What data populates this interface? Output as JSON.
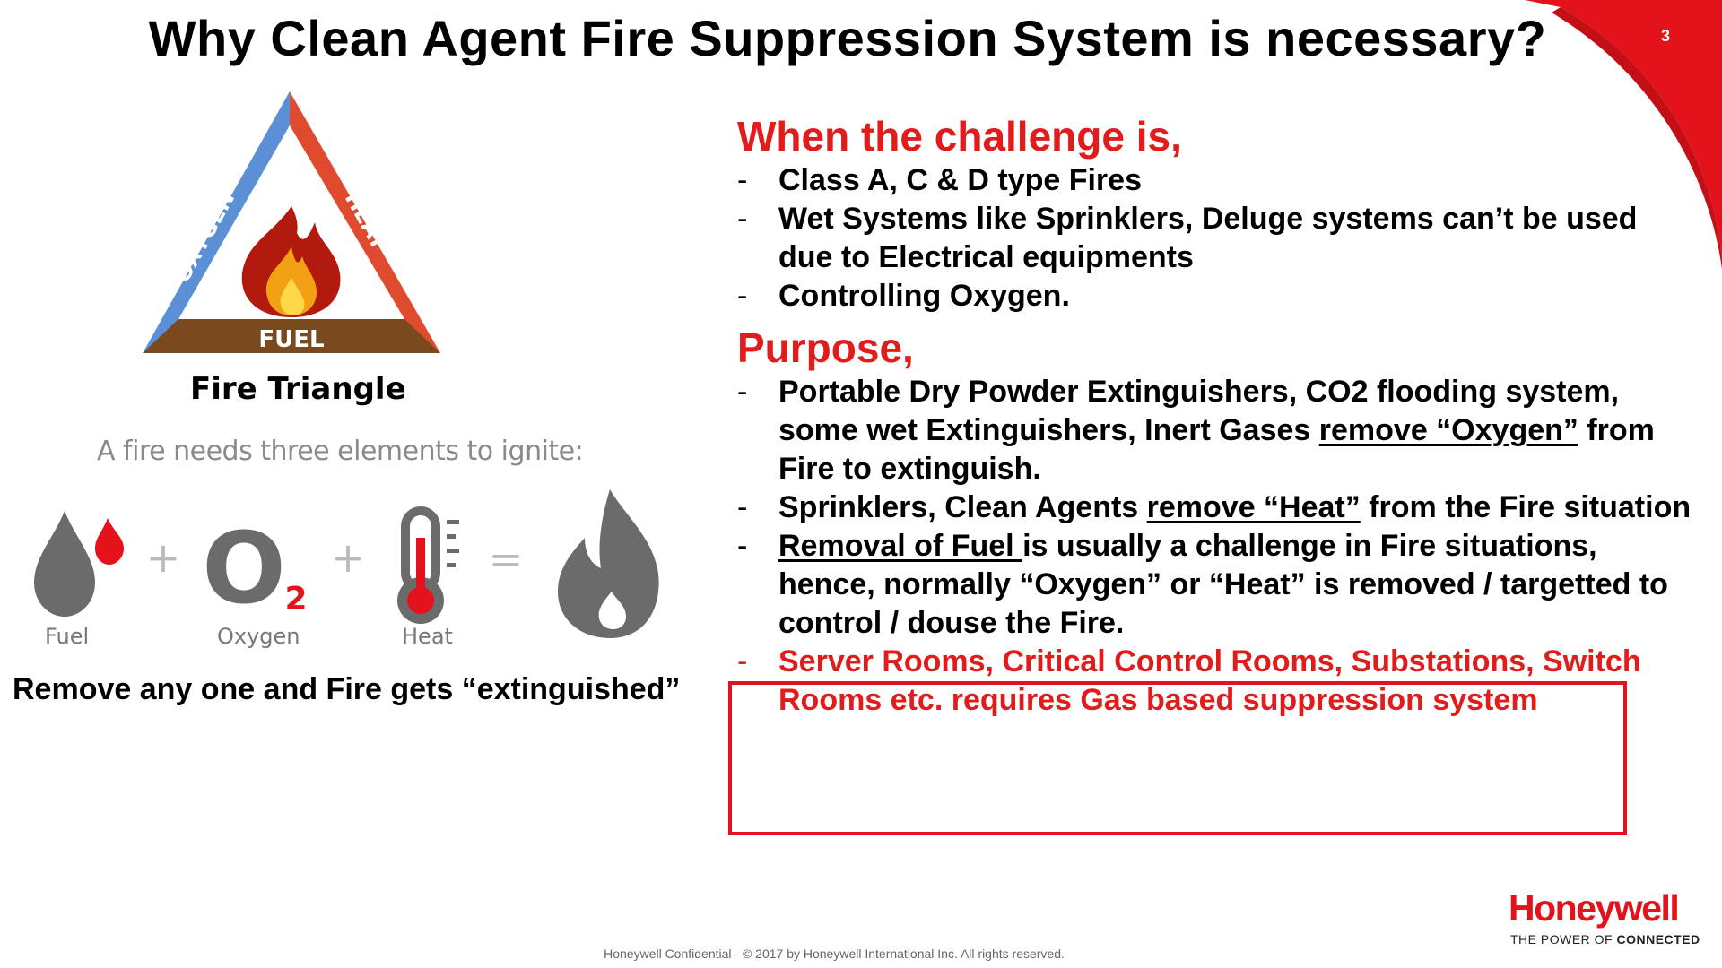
{
  "slide": {
    "number": "3",
    "title": "Why Clean Agent Fire Suppression System is necessary?"
  },
  "triangle": {
    "side_left": "OXYGEN",
    "side_right": "HEAT",
    "base": "FUEL",
    "caption": "Fire Triangle",
    "colors": {
      "oxygen": "#5b8fd6",
      "heat": "#e04a2f",
      "fuel": "#7a4a1e"
    }
  },
  "elements": {
    "heading": "A fire needs three elements to ignite:",
    "fuel_label": "Fuel",
    "oxygen_label": "Oxygen",
    "heat_label": "Heat",
    "oxygen_symbol": "O",
    "oxygen_subscript": "2",
    "plus": "+",
    "equals": "="
  },
  "remove_line": "Remove any one and Fire gets “extinguished”",
  "challenge": {
    "heading": "When the challenge is,",
    "items": [
      "Class A, C & D type Fires",
      "Wet Systems like Sprinklers, Deluge systems can’t be used due to Electrical equipments",
      "Controlling Oxygen."
    ]
  },
  "purpose": {
    "heading": "Purpose,",
    "item1": {
      "before": "Portable Dry Powder Extinguishers, CO2 flooding system, some wet Extinguishers, Inert Gases ",
      "underlined": "remove “Oxygen”",
      "after": " from Fire to extinguish."
    },
    "item2": {
      "before": "Sprinklers, Clean Agents ",
      "underlined": "remove “Heat”",
      "after": " from the Fire situation"
    },
    "item3": {
      "underlined": "Removal of Fuel ",
      "after": "is usually a challenge in Fire situations, hence, normally “Oxygen” or “Heat” is removed / targetted to control / douse the Fire."
    },
    "item4": "Server Rooms, Critical Control Rooms, Substations, Switch Rooms etc. requires Gas based suppression system"
  },
  "dash": "-",
  "footer": "Honeywell Confidential - © 2017 by Honeywell International Inc. All rights reserved.",
  "brand": {
    "logo": "Honeywell",
    "tagline_a": "THE POWER OF ",
    "tagline_b": "CONNECTED",
    "accent": "#e3121b"
  }
}
